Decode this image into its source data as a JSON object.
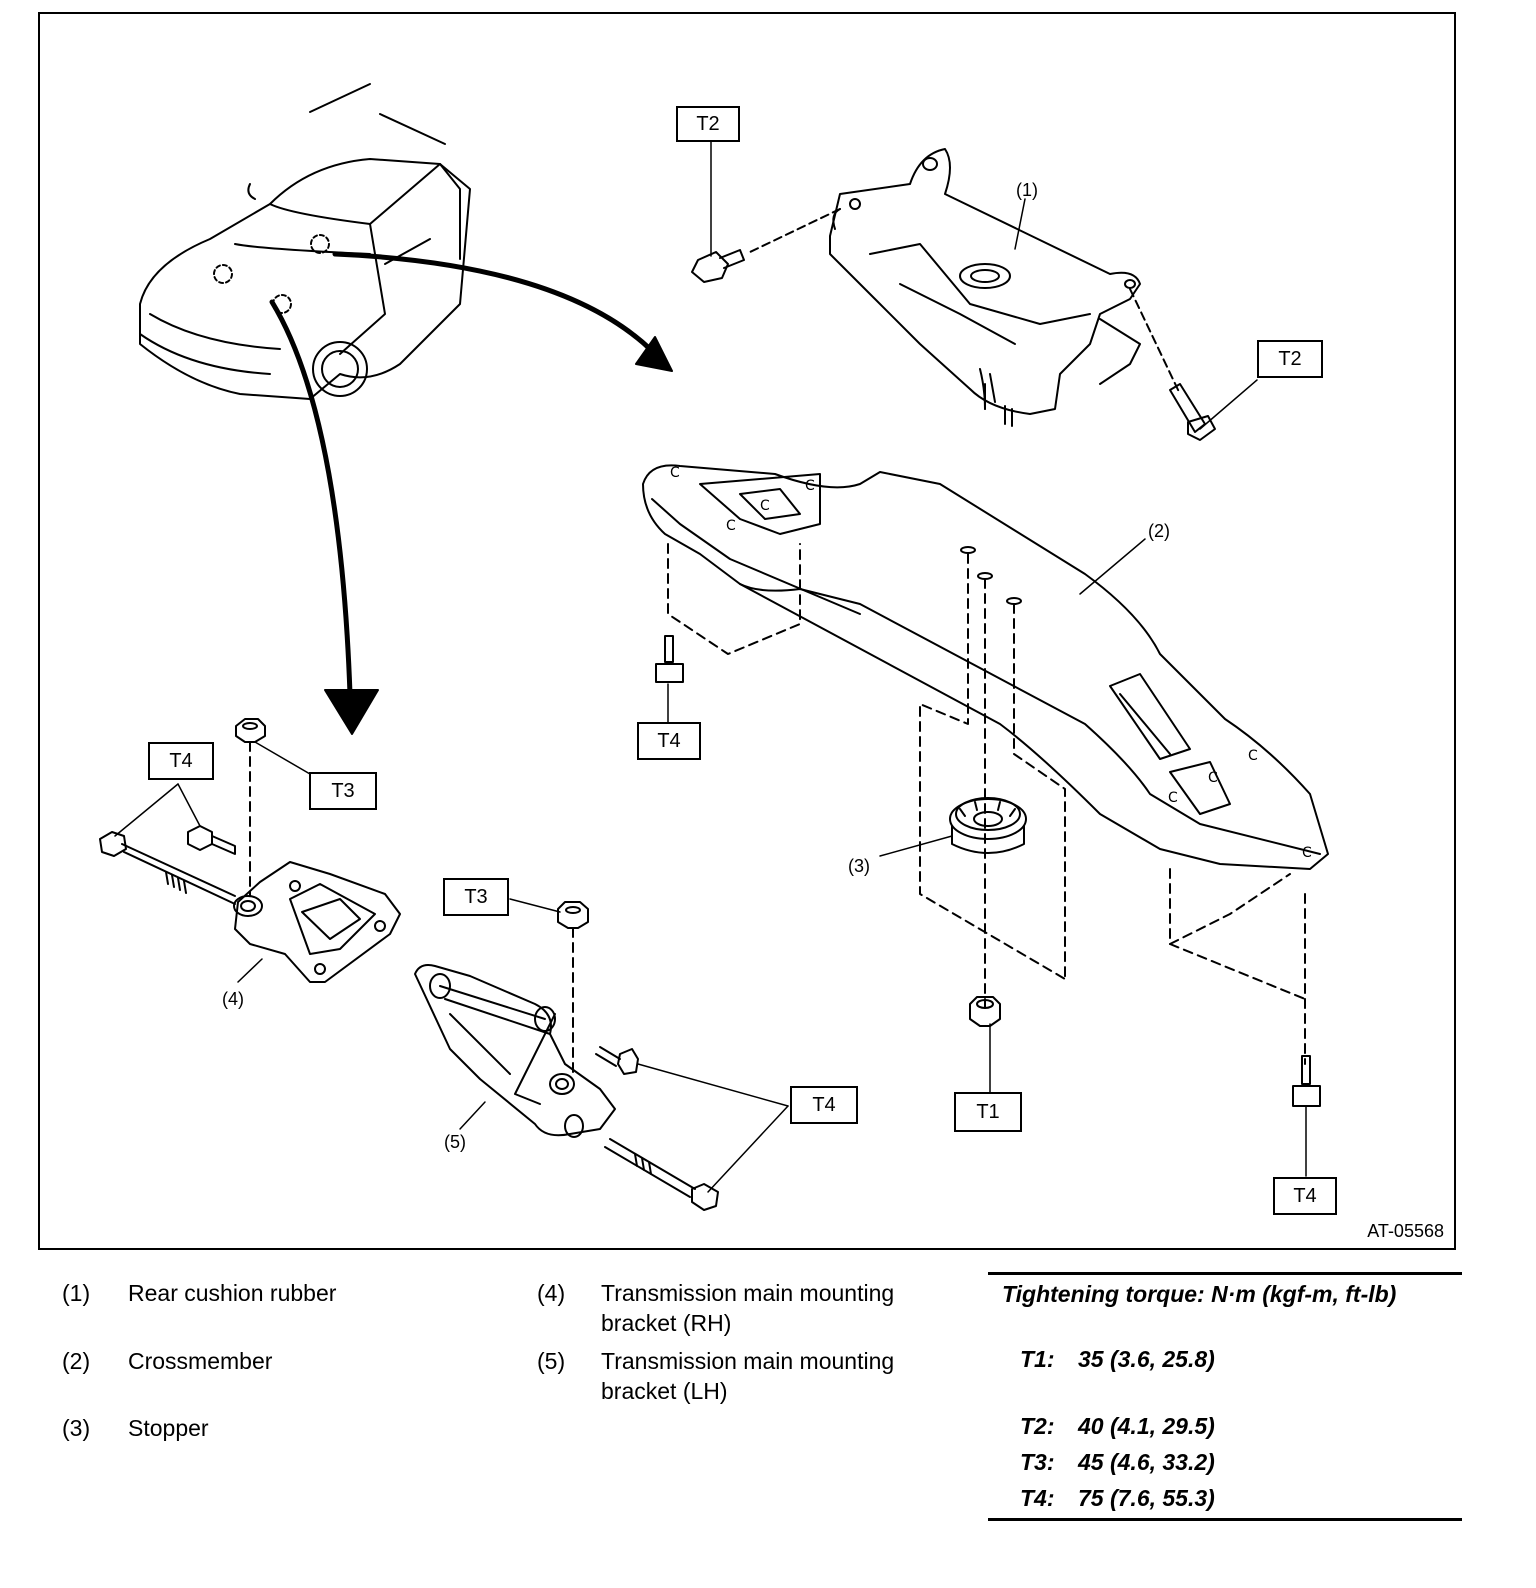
{
  "figure": {
    "id": "AT-05568",
    "callouts": {
      "c1": "(1)",
      "c2": "(2)",
      "c3": "(3)",
      "c4": "(4)",
      "c5": "(5)"
    },
    "torque_tags": {
      "t2_top": "T2",
      "t2_right": "T2",
      "t4_cross_left": "T4",
      "t4_rh": "T4",
      "t4_lh": "T4",
      "t4_cross_right": "T4",
      "t3_rh": "T3",
      "t3_lh": "T3",
      "t1": "T1"
    }
  },
  "legend": {
    "items": [
      {
        "num": "(1)",
        "text": "Rear cushion rubber"
      },
      {
        "num": "(2)",
        "text": "Crossmember"
      },
      {
        "num": "(3)",
        "text": "Stopper"
      },
      {
        "num": "(4)",
        "text": "Transmission main mounting bracket (RH)"
      },
      {
        "num": "(5)",
        "text": "Transmission main mounting bracket (LH)"
      }
    ]
  },
  "torque": {
    "title": "Tightening torque: N·m (kgf-m, ft-lb)",
    "rows": [
      {
        "key": "T1:",
        "value": "35 (3.6, 25.8)"
      },
      {
        "key": "T2:",
        "value": "40 (4.1, 29.5)"
      },
      {
        "key": "T3:",
        "value": "45 (4.6, 33.2)"
      },
      {
        "key": "T4:",
        "value": "75 (7.6, 55.3)"
      }
    ]
  }
}
